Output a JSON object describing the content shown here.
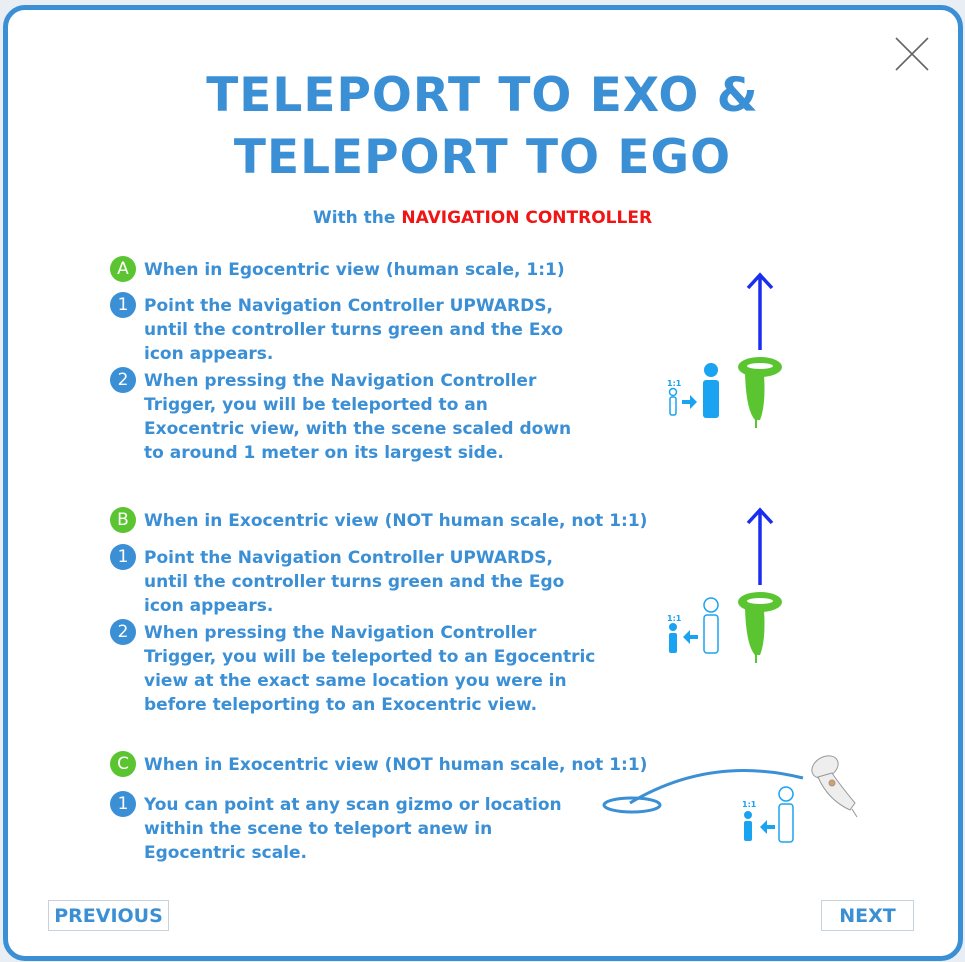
{
  "title": {
    "line1": "TELEPORT TO EXO &",
    "line2": "TELEPORT TO EGO"
  },
  "subtitle": {
    "prefix": "With the ",
    "highlight": "NAVIGATION CONTROLLER"
  },
  "sections": [
    {
      "badge": "A",
      "heading": "When in Egocentric view (human scale, 1:1)",
      "steps": [
        {
          "n": "1",
          "text": "Point the Navigation Controller UPWARDS,\nuntil the controller turns green and the Exo\nicon appears."
        },
        {
          "n": "2",
          "text": "When pressing the Navigation Controller\nTrigger, you will be teleported to an\nExocentric view, with the scene scaled down\nto around 1 meter on its largest side."
        }
      ]
    },
    {
      "badge": "B",
      "heading": "When in Exocentric view (NOT human scale, not 1:1)",
      "steps": [
        {
          "n": "1",
          "text": "Point the Navigation Controller UPWARDS,\nuntil the controller turns green and the Ego\nicon appears."
        },
        {
          "n": "2",
          "text": "When pressing the Navigation Controller\nTrigger, you will be teleported to an Egocentric\nview at the exact same location you were in\nbefore teleporting to an Exocentric view."
        }
      ]
    },
    {
      "badge": "C",
      "heading": "When in Exocentric view (NOT human scale, not 1:1)",
      "steps": [
        {
          "n": "1",
          "text": "You can point at any scan gizmo or location\nwithin the scene to teleport anew in\nEgocentric scale."
        }
      ]
    }
  ],
  "scale_label": "1:1",
  "buttons": {
    "previous": "PREVIOUS",
    "next": "NEXT"
  },
  "colors": {
    "accent": "#3b8fd5",
    "green": "#5ac531",
    "red": "#f01414",
    "arrow": "#1a2ef0"
  }
}
